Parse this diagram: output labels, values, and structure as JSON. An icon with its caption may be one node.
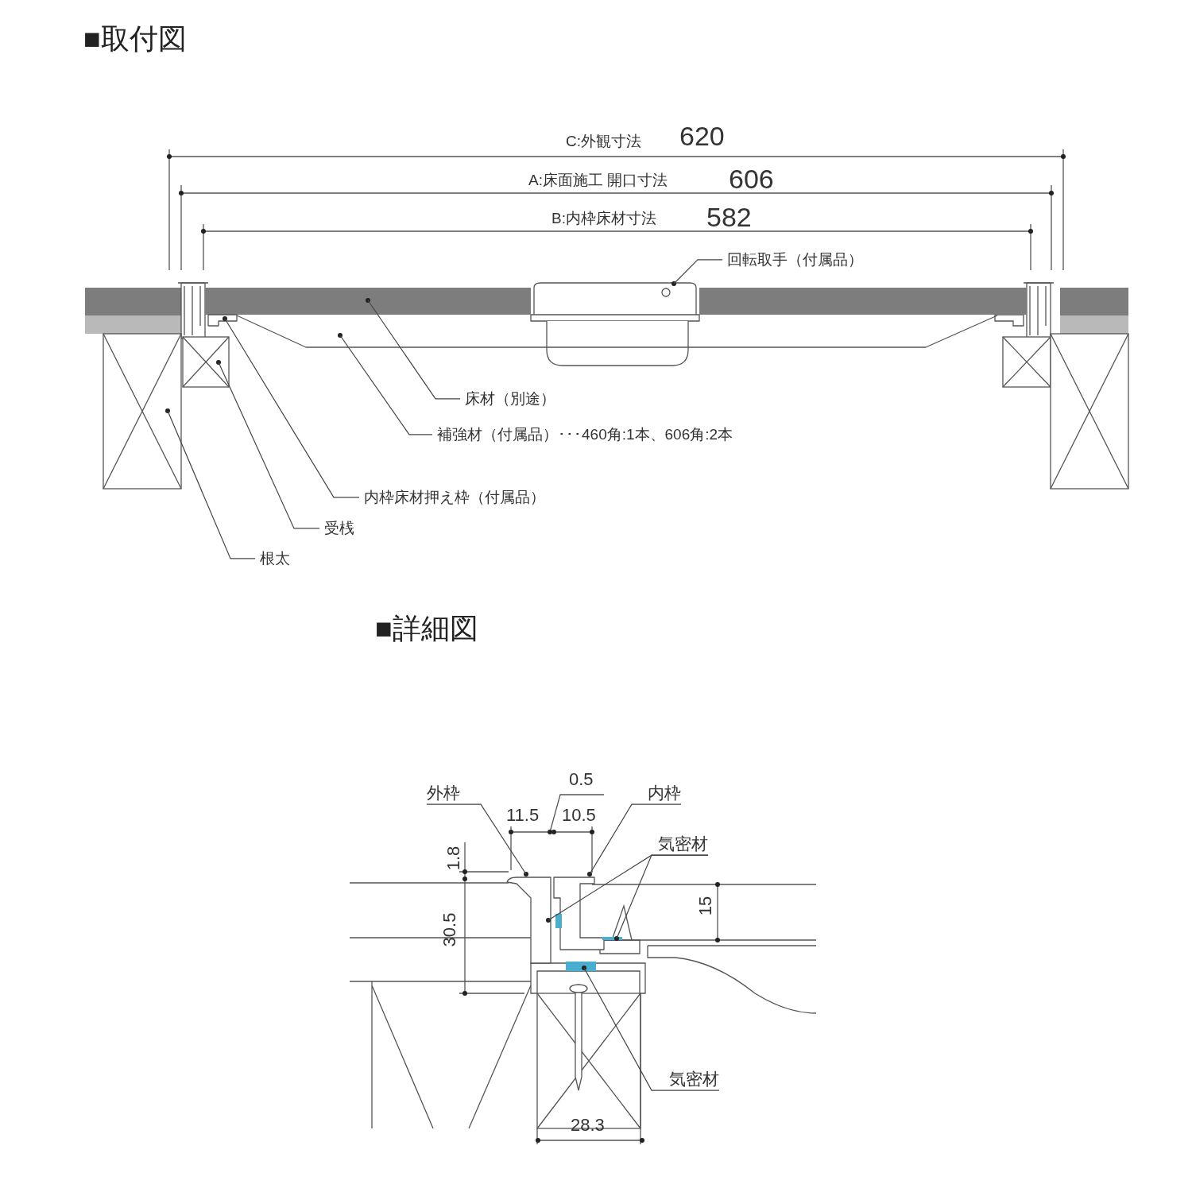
{
  "diagram": {
    "nodes": [
      {
        "text": [
          "回転取手（付属品）"
        ]
      },
      {
        "text": [],
        "shape": "picture"
      },
      {
        "text": [],
        "shape": "box"
      },
      {
        "text": [],
        "shape": "bar"
      },
      {
        "text": [],
        "shape": "bar"
      },
      {
        "text": [],
        "shape": "box"
      },
      {
        "text": [],
        "shape": "box"
      },
      {
        "text": [
          "床材（別途）"
        ]
      },
      {
        "text": [
          "補強材（付属品）･･･460角:1本、606角:2本"
        ]
      },
      {
        "text": [
          "内枠床材押え枠（付属品）"
        ]
      },
      {
        "text": [
          "受桟"
        ]
      },
      {
        "text": [
          "根太"
        ]
      },
      {
        "text": [
          "外枠"
        ]
      },
      {
        "text": [
          "内枠"
        ]
      },
      {
        "text": [
          "気密材"
        ]
      },
      {
        "text": [
          "気密材"
        ]
      },
      {
        "text": [],
        "shape": "picture"
      },
      {
        "text": [],
        "shape": "picture"
      },
      {
        "text": [],
        "shape": "bar"
      },
      {
        "text": [],
        "shape": "bar"
      },
      {
        "text": [],
        "shape": "bar"
      }
    ],
    "edges": [
      {
        "from": 0,
        "to": 1,
        "arrow": "none"
      },
      {
        "from": 7,
        "to": 2,
        "arrow": "none"
      },
      {
        "from": 8,
        "to": 3,
        "arrow": "none"
      },
      {
        "from": 9,
        "to": 4,
        "arrow": "none"
      },
      {
        "from": 10,
        "to": 5,
        "arrow": "none"
      },
      {
        "from": 11,
        "to": 6,
        "arrow": "none"
      },
      {
        "from": 12,
        "to": 16,
        "arrow": "none"
      },
      {
        "from": 13,
        "to": 17,
        "arrow": "none"
      },
      {
        "from": 14,
        "to": 18,
        "arrow": "none"
      },
      {
        "from": 14,
        "to": 19,
        "arrow": "none"
      },
      {
        "from": 15,
        "to": 20,
        "arrow": "none"
      }
    ],
    "labels": [
      "■取付図",
      "C:外観寸法",
      "620",
      "A:床面施工 開口寸法",
      "606",
      "B:内枠床材寸法",
      "582",
      "■詳細図",
      "0.5",
      "11.5",
      "10.5",
      "1.8",
      "30.5",
      "15",
      "28.3"
    ]
  }
}
